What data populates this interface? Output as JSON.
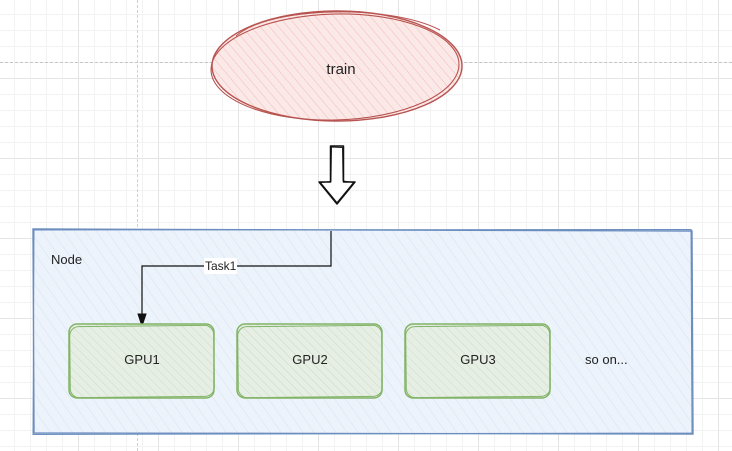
{
  "train": {
    "label": "train",
    "stroke": "#b85450",
    "fill": "#f8cecc"
  },
  "node": {
    "label": "Node",
    "stroke": "#6c8ebf",
    "fill": "#dae8fc"
  },
  "task_edge": {
    "label": "Task1"
  },
  "gpus": [
    {
      "label": "GPU1"
    },
    {
      "label": "GPU2"
    },
    {
      "label": "GPU3"
    }
  ],
  "gpu_style": {
    "stroke": "#82b366",
    "fill": "#d5e8d4"
  },
  "overflow_text": "so on..."
}
